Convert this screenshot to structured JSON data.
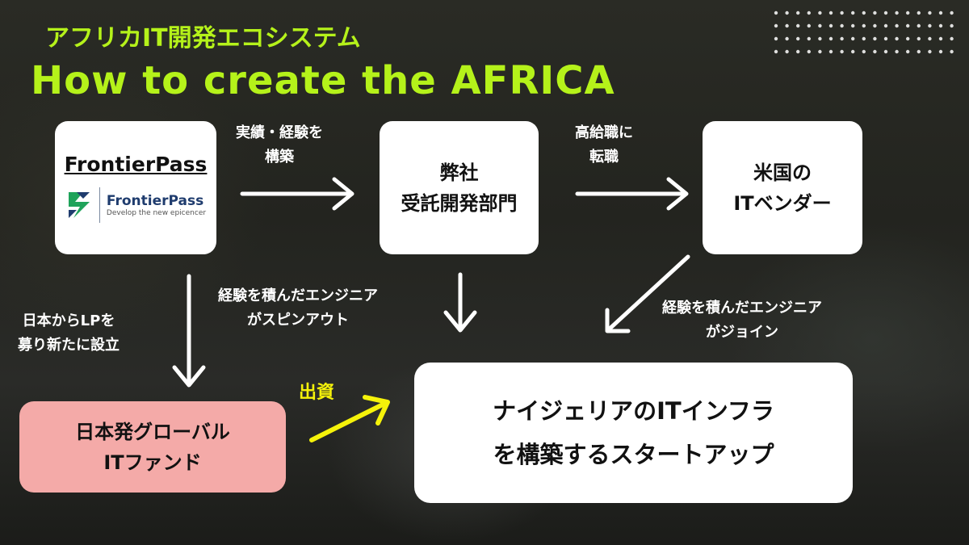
{
  "title": {
    "jp": "アフリカIT開発エコシステム",
    "en": "How to create the AFRICA"
  },
  "boxes": {
    "frontierpass": {
      "title": "FrontierPass",
      "logo_name": "FrontierPass",
      "logo_tagline": "Develop the new epicencer"
    },
    "company": {
      "line1": "弊社",
      "line2": "受託開発部門"
    },
    "us_vendor": {
      "line1": "米国の",
      "line2": "ITベンダー"
    },
    "fund": {
      "line1": "日本発グローバル",
      "line2": "ITファンド"
    },
    "startup": {
      "line1": "ナイジェリアのITインフラ",
      "line2": "を構築するスタートアップ"
    }
  },
  "labels": {
    "build_experience": {
      "line1": "実績・経験を",
      "line2": "構築"
    },
    "job_change": {
      "line1": "高給職に",
      "line2": "転職"
    },
    "lp_fund": {
      "line1": "日本からLPを",
      "line2": "募り新たに設立"
    },
    "spinout": {
      "line1": "経験を積んだエンジニア",
      "line2": "がスピンアウト"
    },
    "join": {
      "line1": "経験を積んだエンジニア",
      "line2": "がジョイン"
    },
    "investment": "出資"
  },
  "colors": {
    "title": "#b5f21a",
    "box": "#ffffff",
    "fund_box": "#f4aaa8",
    "arrow": "#ffffff",
    "investment_arrow": "#f5f20a",
    "logo_green": "#1fa35a",
    "logo_blue": "#1f3c6e"
  },
  "icons": {
    "logo": "frontierpass-logo-icon",
    "decoration": "dot-grid-decoration"
  }
}
